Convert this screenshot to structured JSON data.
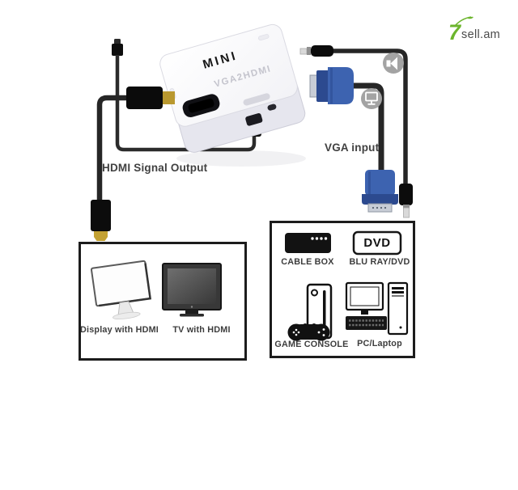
{
  "page": {
    "background": "#ffffff"
  },
  "watermark": {
    "prefix": "7",
    "text": "sell.am",
    "accent_color": "#6cb52d",
    "text_color": "#4a4a4a"
  },
  "converter": {
    "brand": "MINI",
    "model": "VGA2HDMI",
    "body_color": "#fcfcfe"
  },
  "annotations": {
    "hdmi_output": "HDMI Signal Output",
    "vga_input": "VGA input"
  },
  "cable_icons": [
    {
      "name": "speaker-icon"
    },
    {
      "name": "monitor-icon"
    }
  ],
  "output_panel": {
    "items": [
      {
        "icon": "imac-display-icon",
        "label": "Display with HDMI"
      },
      {
        "icon": "tv-icon",
        "label": "TV with HDMI"
      }
    ]
  },
  "source_panel": {
    "items": [
      {
        "icon": "cable-box-icon",
        "label": "CABLE BOX"
      },
      {
        "icon": "dvd-player-icon",
        "label": "BLU RAY/DVD",
        "badge": "DVD"
      },
      {
        "icon": "game-console-icon",
        "label": "GAME CONSOLE"
      },
      {
        "icon": "pc-icon",
        "label": "PC/Laptop"
      }
    ]
  },
  "colors": {
    "cable": "#262626",
    "vga_blue": "#3d63b0",
    "vga_blue_dark": "#2c4a8f",
    "gold": "#b9982f",
    "panel_border": "#1c1c1c",
    "label_text": "#414141"
  }
}
